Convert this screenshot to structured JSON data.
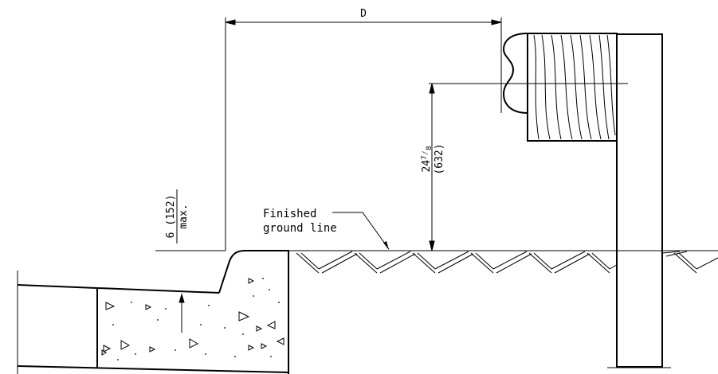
{
  "labels": {
    "distance": "D",
    "curb_height_value": "6 (152)",
    "curb_height_note": "max.",
    "rail_height_whole": "24",
    "rail_height_frac_num": "7",
    "rail_height_frac_den": "8",
    "rail_height_metric": "(632)",
    "ground_label_line1": "Finished",
    "ground_label_line2": "ground line"
  },
  "colors": {
    "line": "#000000",
    "background": "#ffffff"
  }
}
